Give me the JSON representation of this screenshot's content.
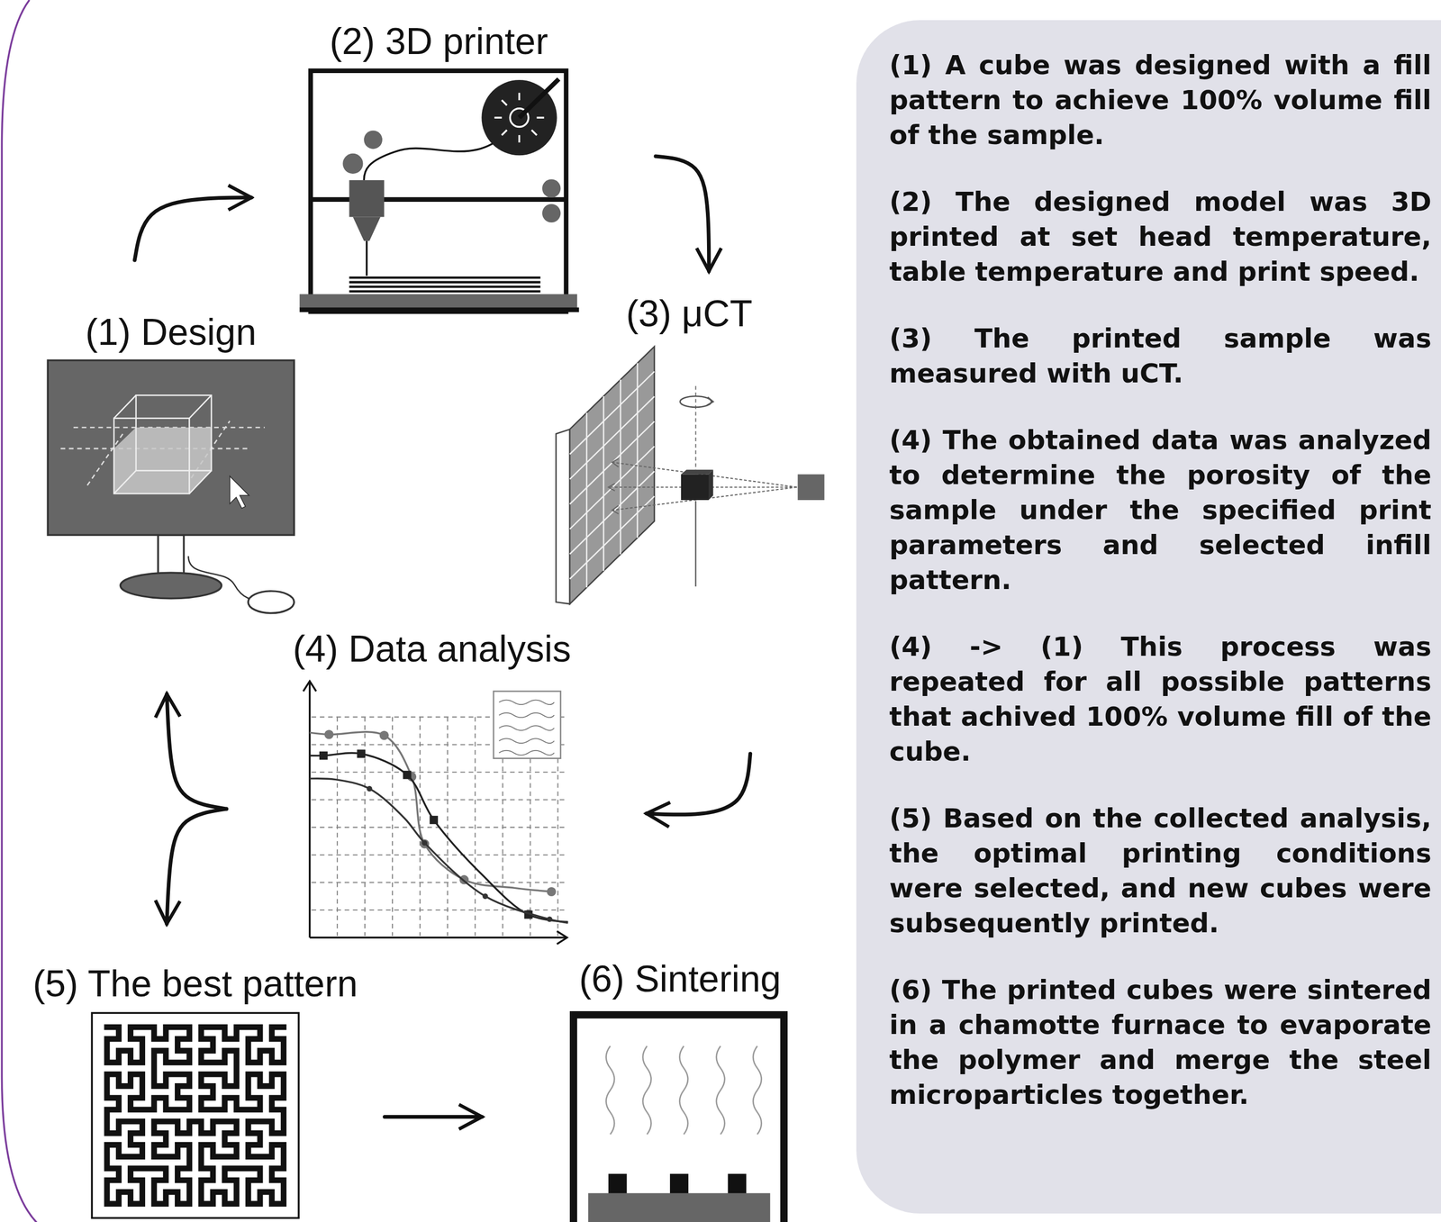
{
  "diagram": {
    "nodes": [
      {
        "text": [
          "(1) Design"
        ]
      },
      {
        "text": [
          "(2) 3D printer"
        ]
      },
      {
        "text": [
          "(3) μCT"
        ]
      },
      {
        "text": [
          "(4) Data analysis"
        ]
      },
      {
        "text": [
          "(5) The best pattern"
        ]
      },
      {
        "text": [
          "(6) Sintering"
        ]
      },
      {
        "text": [
          "(1) A cube was designed with a fill pattern to achieve 100% volume fill of the sample.",
          "(2) The designed model was 3D printed at set head temperature, table temperature and print speed.",
          "(3) The printed sample was measured with uCT.",
          "(4) The obtained data was analyzed to determine the porosity of the sample under the specified print parameters and selected infill pattern.",
          "(4) -> (1) This process was repeated for all possible patterns that achived 100% volume fill of the cube.",
          "(5) Based on the collected analysis, the optimal printing conditions were selected, and new cubes were subsequently printed.",
          "(6) The printed cubes were sintered in a chamotte furnace to evaporate the polymer and merge the steel microparticles together."
        ]
      }
    ],
    "edges": [
      {
        "from": 0,
        "to": 1,
        "arrow": "to"
      },
      {
        "from": 1,
        "to": 2,
        "arrow": "to"
      },
      {
        "from": 2,
        "to": 3,
        "arrow": "to"
      },
      {
        "from": 3,
        "to": 0,
        "arrow": "to"
      },
      {
        "from": 3,
        "to": 4,
        "arrow": "to"
      },
      {
        "from": 4,
        "to": 5,
        "arrow": "to"
      }
    ]
  }
}
